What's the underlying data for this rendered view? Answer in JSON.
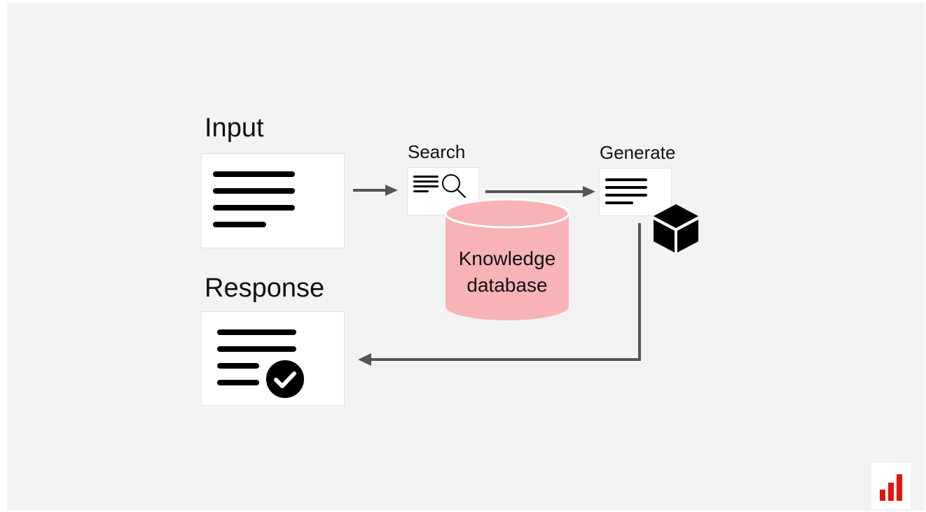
{
  "diagram": {
    "input_title": "Input",
    "search_title": "Search",
    "generate_title": "Generate",
    "response_title": "Response",
    "database_label_line1": "Knowledge",
    "database_label_line2": "database"
  },
  "colors": {
    "background": "#f3f3f3",
    "database_fill": "#f7b3b6",
    "arrow": "#555555",
    "brand_red": "#e3150f"
  },
  "icons": [
    "text-lines-icon",
    "search-icon",
    "cube-icon",
    "checkmark-circle-icon",
    "bar-chart-logo-icon"
  ]
}
